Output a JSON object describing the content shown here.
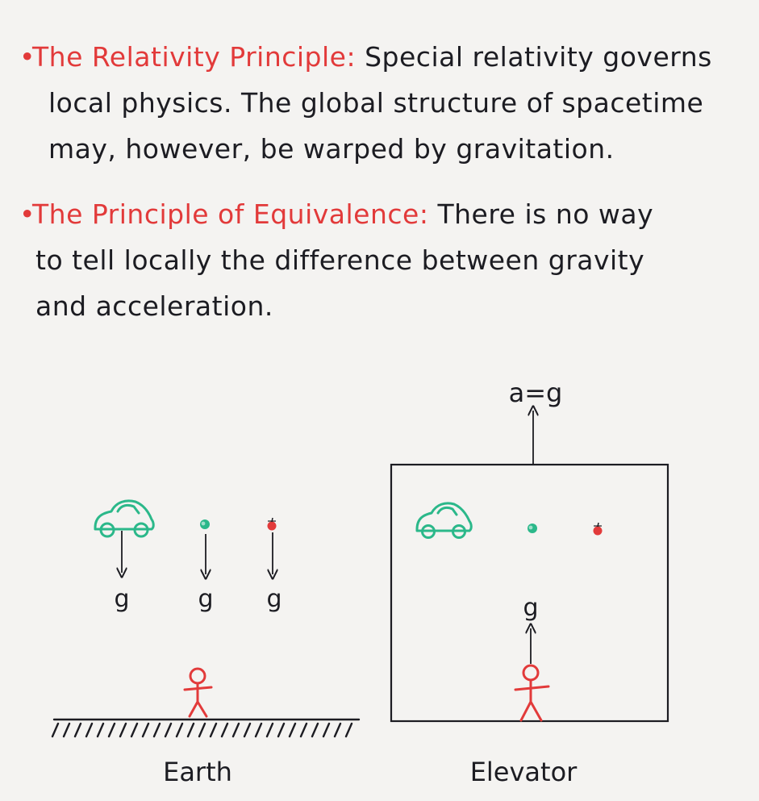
{
  "bullets": [
    {
      "title": "The Relativity Principle",
      "separator": ":",
      "lines": [
        "Special relativity governs",
        "local physics. The global structure of spacetime",
        "may, however, be warped by gravitation."
      ]
    },
    {
      "title": "The Principle of Equivalence",
      "separator": ":",
      "lines": [
        "There is no way",
        "to tell locally the difference between gravity",
        "and acceleration."
      ]
    }
  ],
  "bullet_marker": "•",
  "earth_panel": {
    "label": "Earth",
    "gravity_labels": [
      "g",
      "g",
      "g"
    ]
  },
  "elevator_panel": {
    "label": "Elevator",
    "acceleration_label": "a=g",
    "inner_label": "g"
  },
  "colors": {
    "background": "#f4f3f1",
    "ink": "#1c1c22",
    "red": "#e23a3a",
    "teal": "#2bb88a"
  }
}
